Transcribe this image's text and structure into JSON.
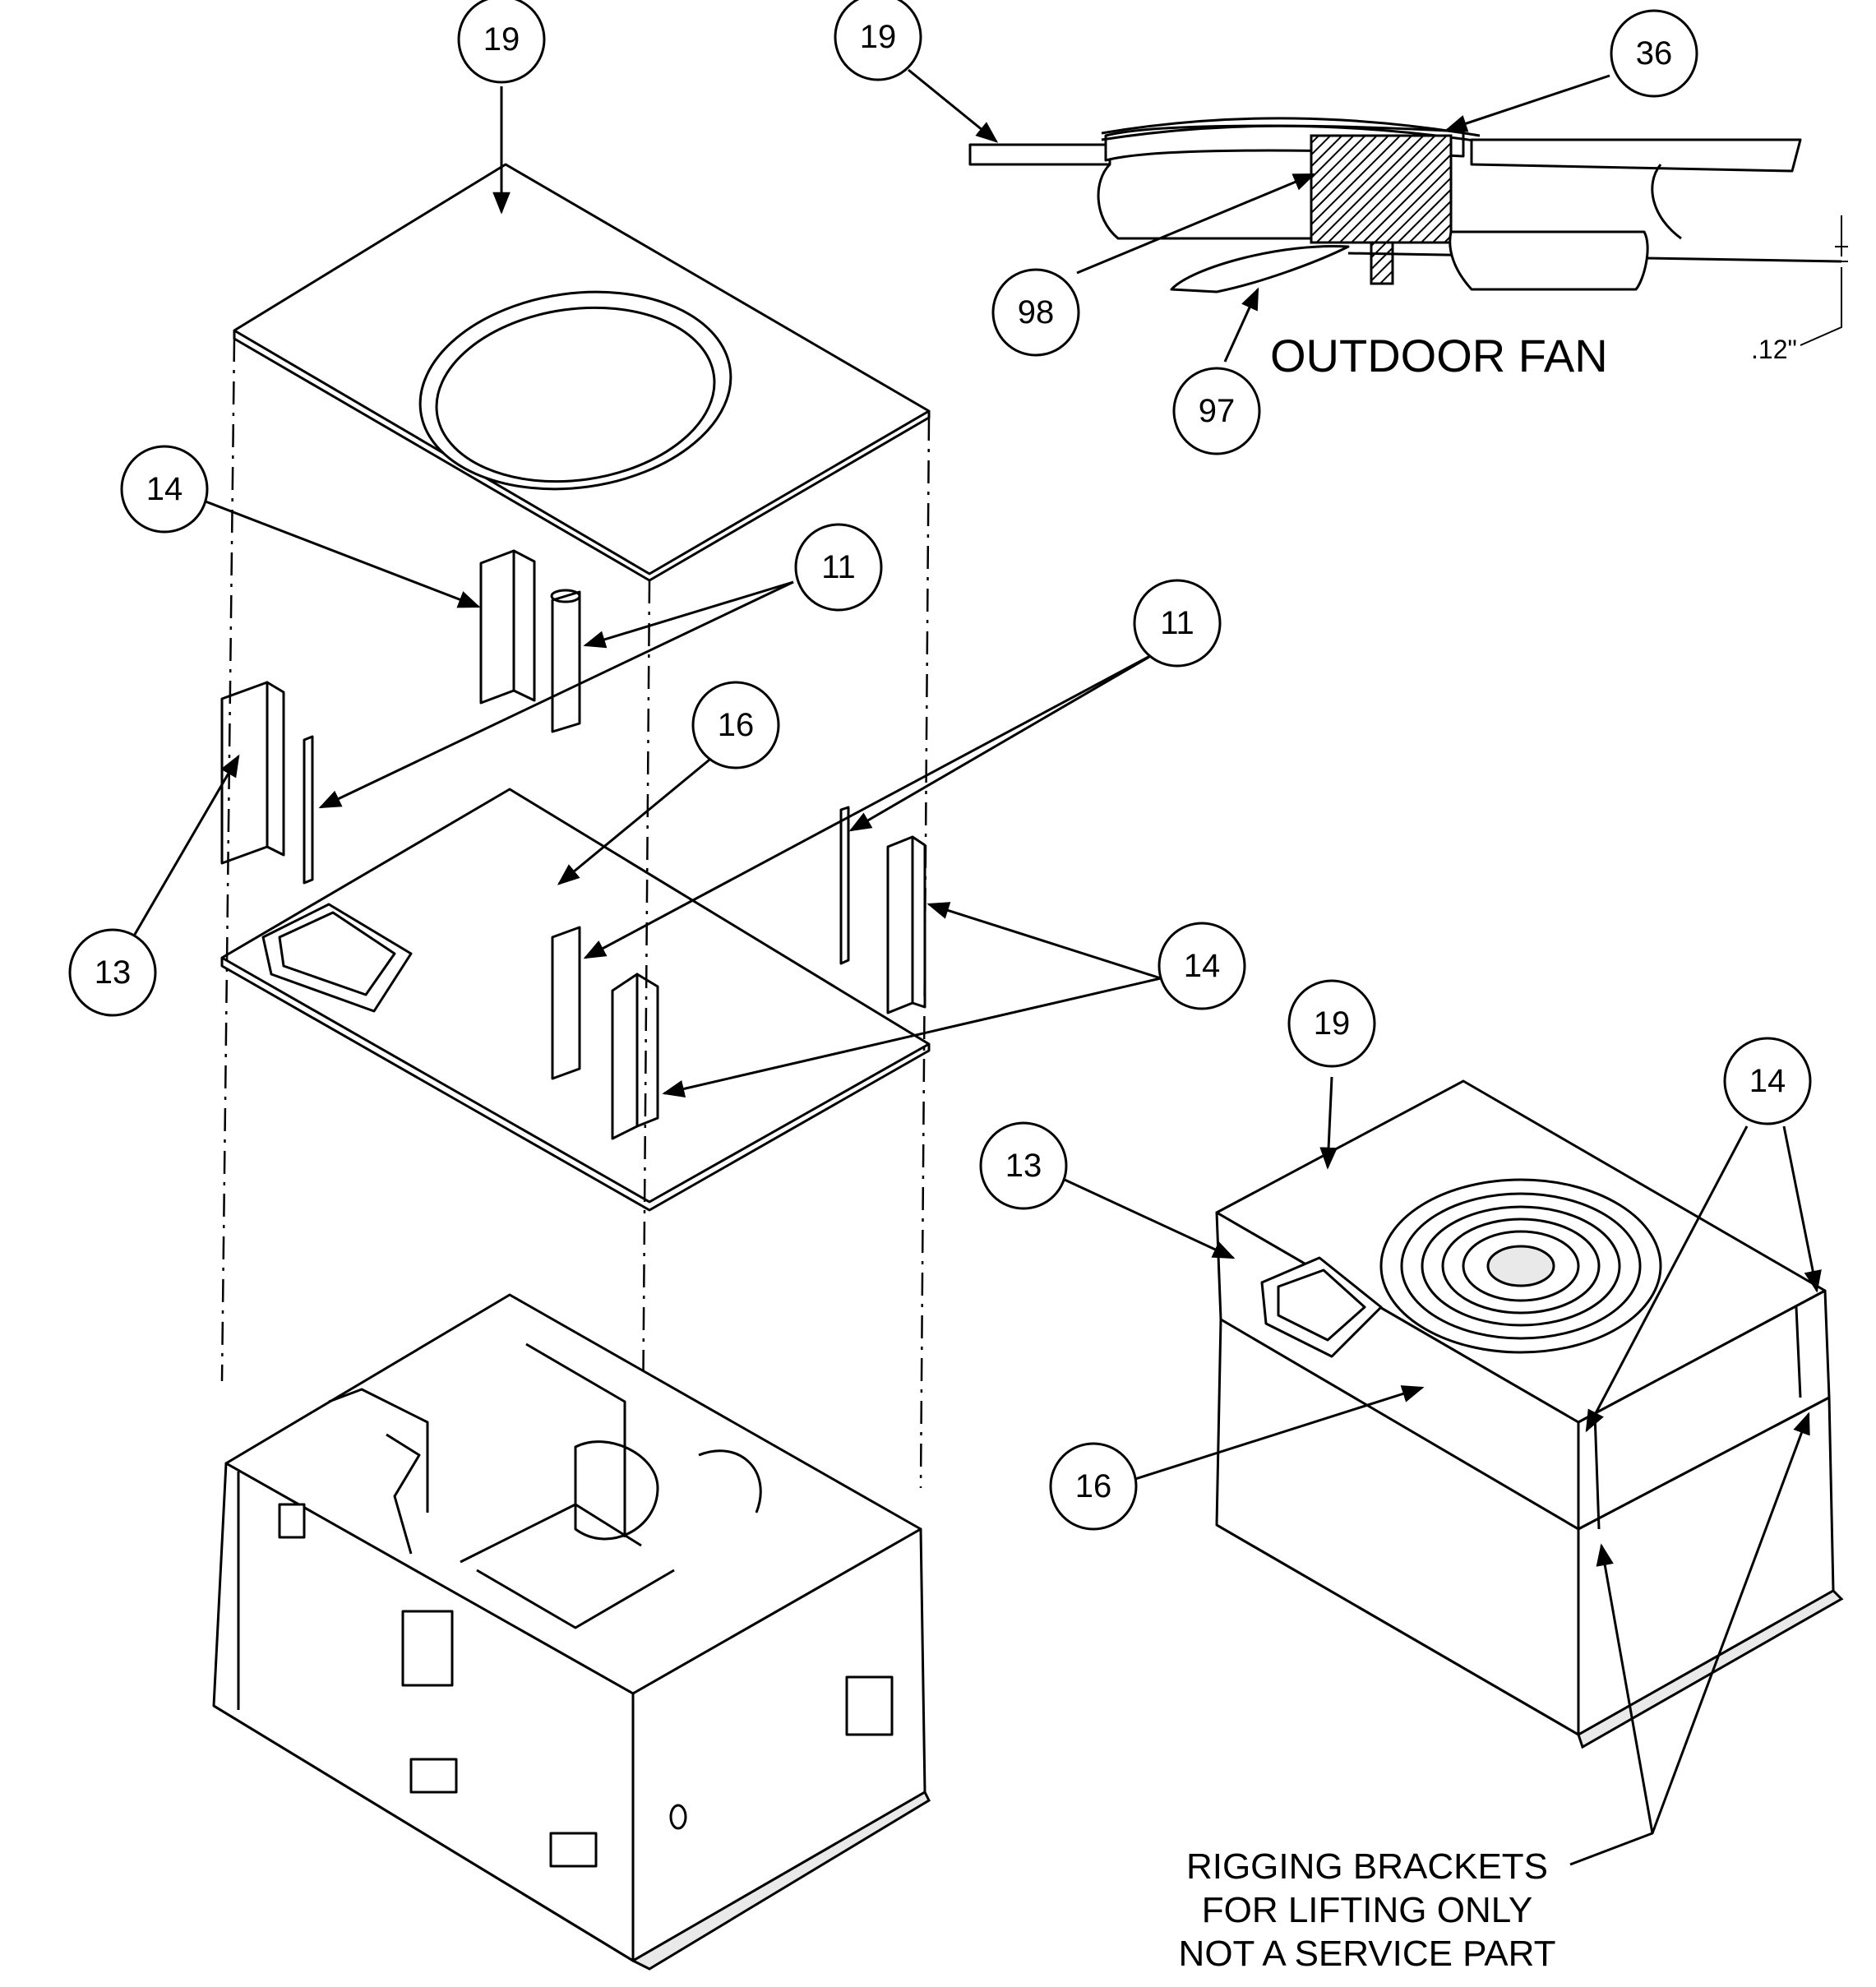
{
  "callouts": {
    "c19_top_left": "19",
    "c19_fan_detail": "19",
    "c36": "36",
    "c98": "98",
    "c97": "97",
    "c14_upper_left": "14",
    "c11_upper": "11",
    "c11_right": "11",
    "c16_exploded": "16",
    "c13_exploded": "13",
    "c14_right": "14",
    "c19_assembled": "19",
    "c13_assembled": "13",
    "c14_assembled": "14",
    "c16_assembled": "16"
  },
  "fan_detail": {
    "title": "OUTDOOR FAN",
    "dimension": ".12\""
  },
  "note": {
    "line1": "RIGGING BRACKETS",
    "line2": "FOR LIFTING ONLY",
    "line3": "NOT A SERVICE PART"
  }
}
